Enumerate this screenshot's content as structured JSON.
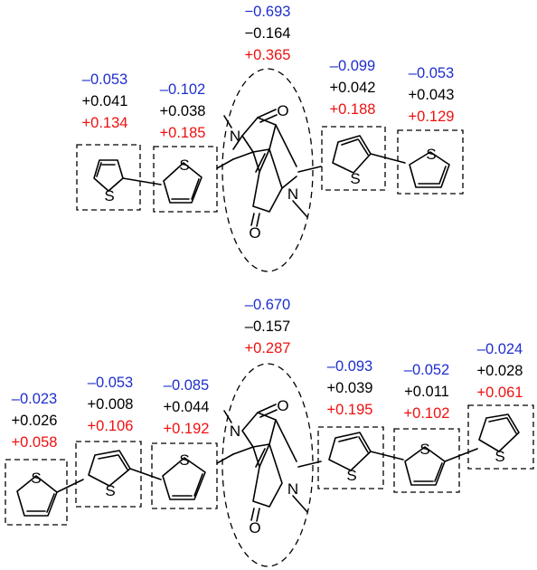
{
  "colors": {
    "blue": "#1f2fcc",
    "black": "#000000",
    "red": "#ee1111"
  },
  "atoms": {
    "sulfur": "S",
    "nitrogen": "N",
    "oxygen": "O"
  },
  "top": {
    "core": [
      "−0.693",
      "−0.164",
      "+0.365"
    ],
    "left2": [
      "–0.053",
      "+0.041",
      "+0.134"
    ],
    "left1": [
      "–0.102",
      "+0.038",
      "+0.185"
    ],
    "right1": [
      "–0.099",
      "+0.042",
      "+0.188"
    ],
    "right2": [
      "–0.053",
      "+0.043",
      "+0.129"
    ]
  },
  "bottom": {
    "core": [
      "–0.670",
      "–0.157",
      "+0.287"
    ],
    "left3": [
      "–0.023",
      "+0.026",
      "+0.058"
    ],
    "left2": [
      "–0.053",
      "+0.008",
      "+0.106"
    ],
    "left1": [
      "–0.085",
      "+0.044",
      "+0.192"
    ],
    "right1": [
      "–0.093",
      "+0.039",
      "+0.195"
    ],
    "right2": [
      "–0.052",
      "+0.011",
      "+0.102"
    ],
    "right3": [
      "–0.024",
      "+0.028",
      "+0.061"
    ]
  }
}
